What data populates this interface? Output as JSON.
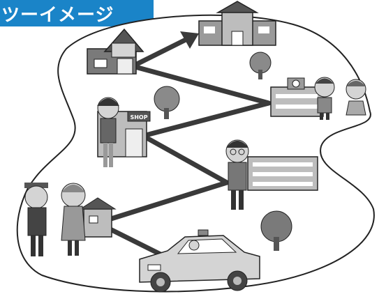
{
  "banner": {
    "text": "ツーイメージ",
    "color": "#1a84c8"
  },
  "labels": {
    "shop_sign": "SHOP"
  },
  "icons": [
    "restaurant-icon",
    "town-hall-icon",
    "school-icon",
    "shop-icon",
    "office-building-icon",
    "house-icon",
    "taxi-icon",
    "tree-icon",
    "route-arrow-icon"
  ],
  "people": [
    "child-boy",
    "child-girl",
    "woman-shopper",
    "man-with-glasses",
    "elderly-man",
    "elderly-woman",
    "taxi-driver"
  ],
  "palette": {
    "road": "#3a3a3a",
    "outline": "#222222",
    "gray_dark": "#555555",
    "gray_mid": "#9a9a9a",
    "gray_light": "#d4d4d4"
  }
}
